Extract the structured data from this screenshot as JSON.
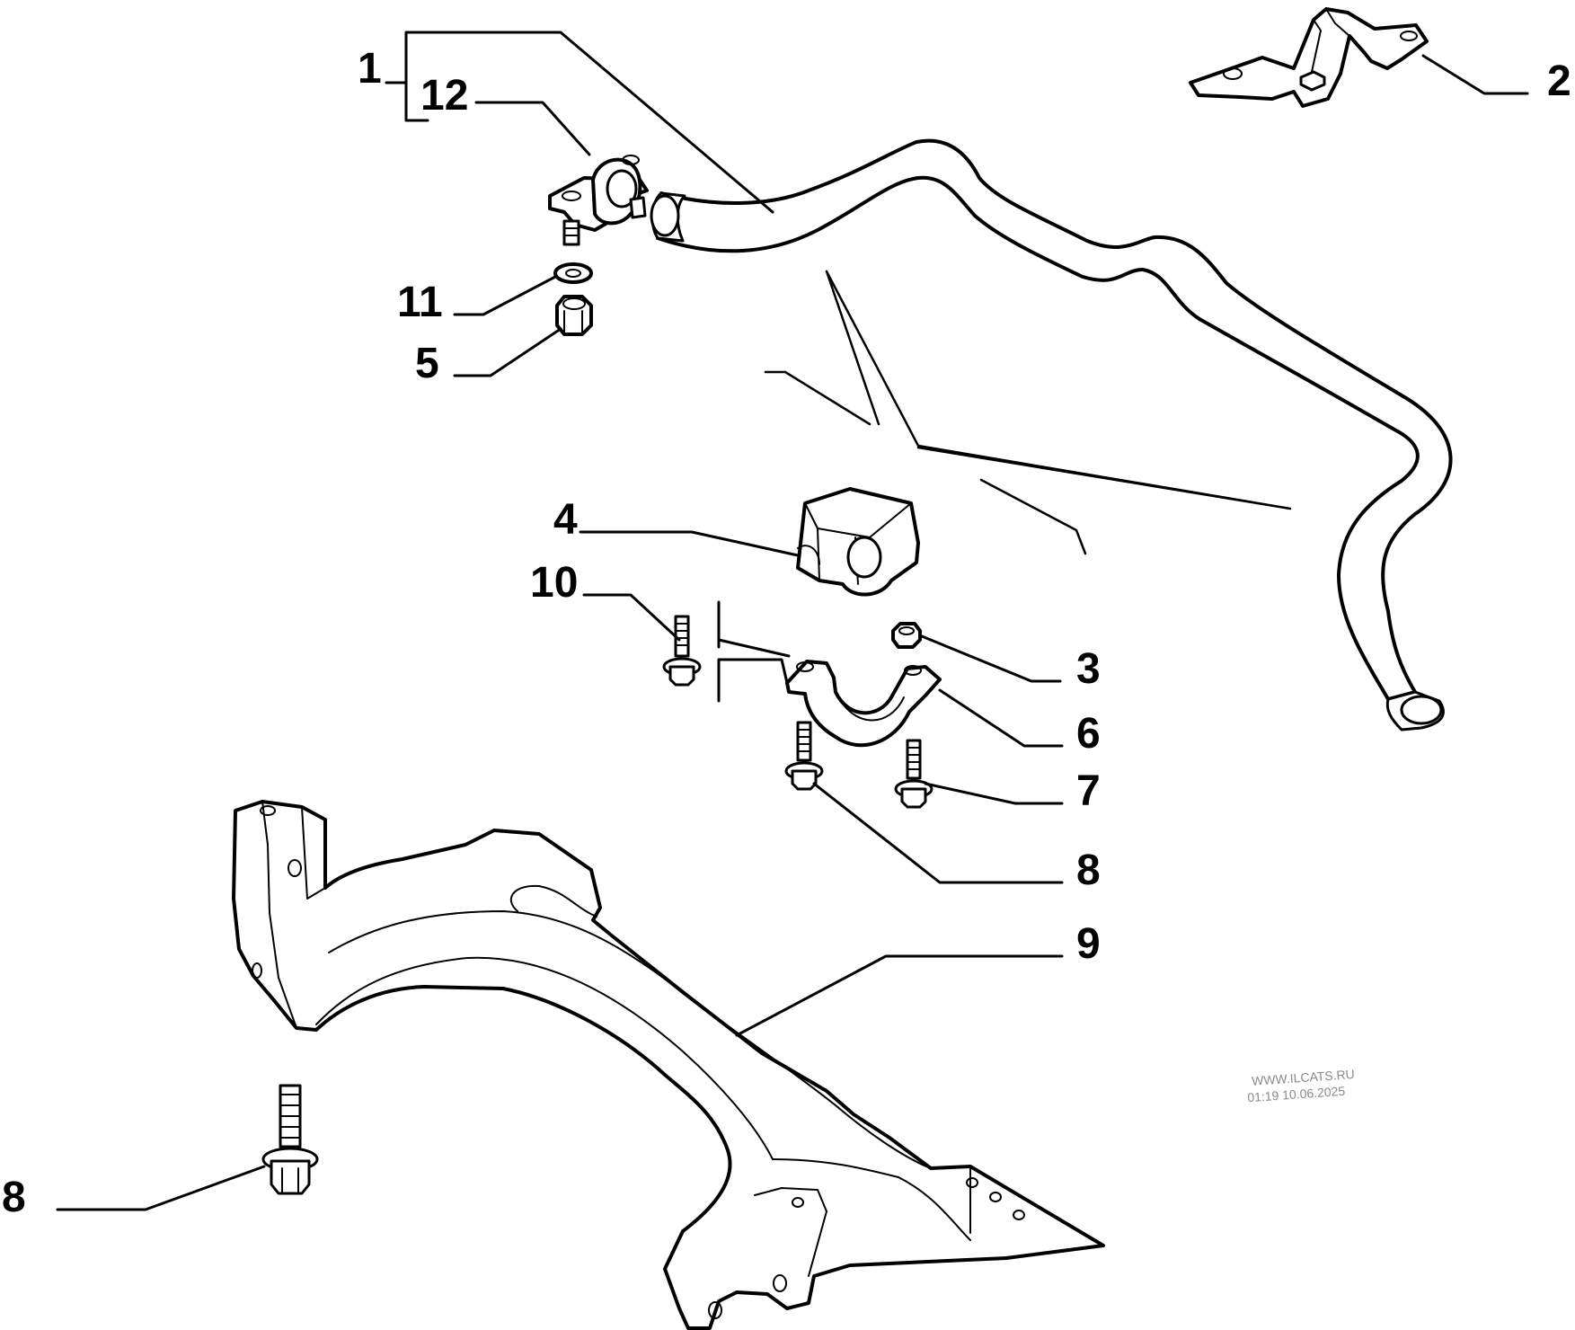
{
  "diagram": {
    "callouts": {
      "c1": "1",
      "c2": "2",
      "c3": "3",
      "c4": "4",
      "c5": "5",
      "c6": "6",
      "c7": "7",
      "c8a": "8",
      "c8b": "8",
      "c9": "9",
      "c10": "10",
      "c11": "11",
      "c12": "12"
    },
    "watermark": {
      "line1": "WWW.ILCATS.RU",
      "line2": "01:19 10.06.2025"
    }
  }
}
